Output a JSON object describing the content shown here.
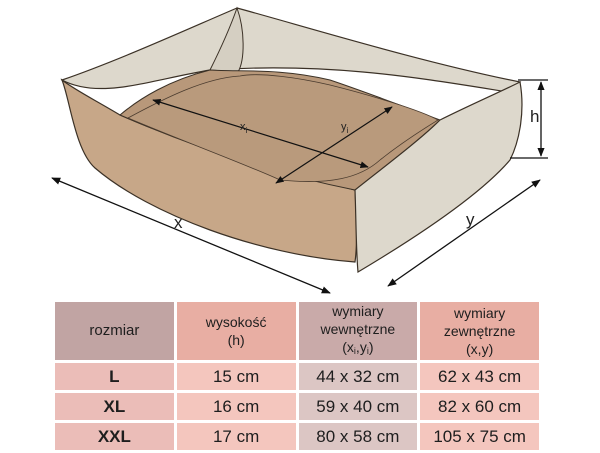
{
  "diagram": {
    "labels": {
      "x": "x",
      "y": "y",
      "h": "h",
      "xi": "x",
      "xi_sub": "i",
      "yi": "y",
      "yi_sub": "i"
    },
    "colors": {
      "bed_outer": "#ddd8cc",
      "bed_brown": "#c7a788",
      "cushion": "#b8987a",
      "outline": "#3b3126"
    }
  },
  "table": {
    "headers": {
      "size": "rozmiar",
      "height_line1": "wysokość",
      "height_line2": "(h)",
      "inner_line1": "wymiary wewnętrzne",
      "inner_x": "x",
      "inner_i1": "i",
      "inner_y": "y",
      "inner_i2": "i",
      "outer_line1": "wymiary zewnętrzne",
      "outer_line2": "(x,y)"
    },
    "rows": [
      {
        "size": "L",
        "height": "15 cm",
        "inner": "44 x 32 cm",
        "outer": "62 x 43 cm"
      },
      {
        "size": "XL",
        "height": "16 cm",
        "inner": "59 x 40 cm",
        "outer": "82 x 60 cm"
      },
      {
        "size": "XXL",
        "height": "17 cm",
        "inner": "80 x 58 cm",
        "outer": "105 x 75 cm"
      }
    ]
  }
}
